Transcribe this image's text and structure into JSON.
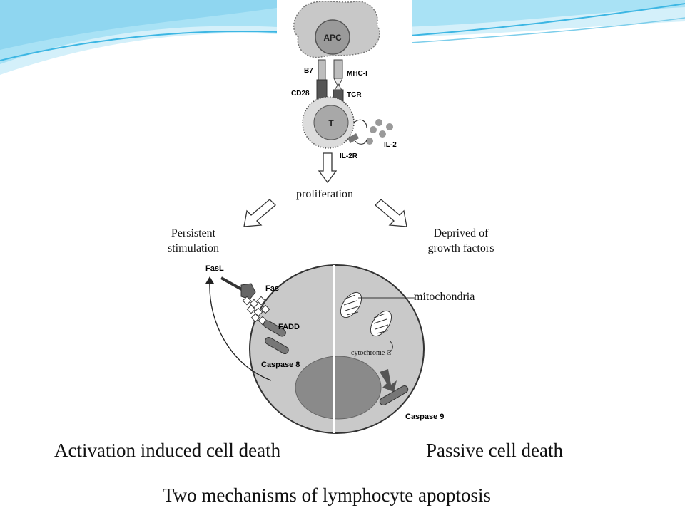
{
  "top_figure": {
    "apc": "APC",
    "b7": "B7",
    "mhc": "MHC-I",
    "cd28": "CD28",
    "tcr": "TCR",
    "t_cell": "T",
    "il2r": "IL-2R",
    "il2": "IL-2"
  },
  "flow": {
    "proliferation": "proliferation",
    "left_branch": [
      "Persistent",
      "stimulation"
    ],
    "right_branch": [
      "Deprived of",
      "growth factors"
    ]
  },
  "cell_figure": {
    "fasl": "FasL",
    "fas": "Fas",
    "fadd": "FADD",
    "caspase8": "Caspase 8",
    "caspase9": "Caspase 9",
    "mitochondria": "mitochondria",
    "cytochrome": "cytochrome C"
  },
  "captions": {
    "left": "Activation induced cell death",
    "right": "Passive cell death",
    "title": "Two mechanisms of lymphocyte apoptosis"
  },
  "colors": {
    "swoosh_light": "#d4f0fa",
    "swoosh_mid": "#8fd6f0",
    "swoosh_dark": "#3cb6e3"
  }
}
